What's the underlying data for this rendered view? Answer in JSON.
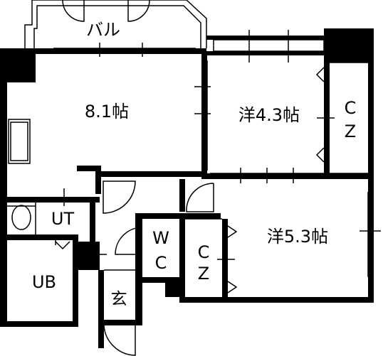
{
  "plan": {
    "balcony": "バル",
    "living": "8.1帖",
    "western1": "洋4.3帖",
    "western2": "洋5.3帖",
    "closet1": [
      "C",
      "Z"
    ],
    "closet2": [
      "C",
      "Z"
    ],
    "toilet": [
      "W",
      "C"
    ],
    "utility": "UT",
    "bath": "UB",
    "entrance": "玄"
  },
  "colors": {
    "wall": "#000000",
    "background": "#ffffff"
  }
}
